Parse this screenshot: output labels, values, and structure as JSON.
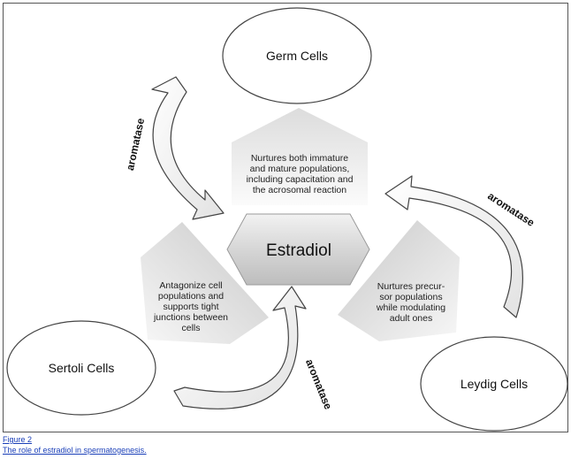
{
  "diagram": {
    "nodes": {
      "germ_cells": "Germ Cells",
      "sertoli_cells": "Sertoli Cells",
      "leydig_cells": "Leydig Cells",
      "estradiol": "Estradiol"
    },
    "effects": {
      "germ": [
        "Nurtures both immature",
        "and mature populations,",
        "including capacitation and",
        "the acrosomal reaction"
      ],
      "sertoli": [
        "Antagonize cell",
        "populations and",
        "supports tight",
        "junctions between",
        "cells"
      ],
      "leydig": [
        "Nurtures precur-",
        "sor populations",
        "while modulating",
        "adult ones"
      ]
    },
    "arrow_labels": {
      "germ": "aromatase",
      "sertoli": "aromatase",
      "leydig": "aromatase"
    }
  },
  "caption": {
    "figure_label": "Figure 2",
    "text": "The role of estradiol in spermatogenesis."
  },
  "colors": {
    "ellipse_fill": "#ffffff",
    "outline": "#444444",
    "hexagon_fill": "#d9d9d9",
    "panel_fill": "#eeeeee",
    "link": "#1a3fb8"
  }
}
